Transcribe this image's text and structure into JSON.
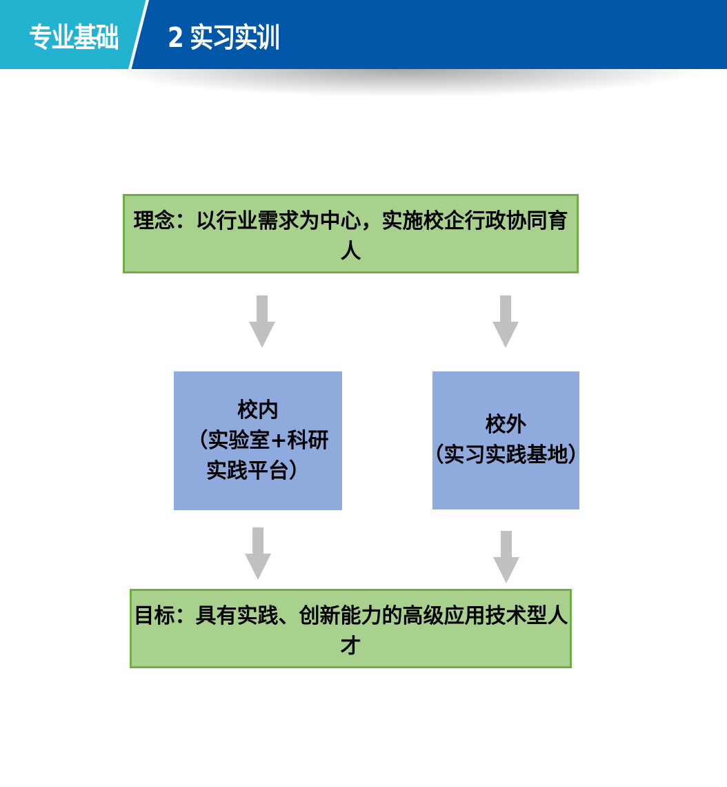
{
  "header": {
    "section": "专业基础",
    "title": "2 实习实训"
  },
  "diagram": {
    "top": "理念：以行业需求为中心，实施校企行政协同育人",
    "left": {
      "title": "校内",
      "detail": "（实验室+科研实践平台）"
    },
    "right": {
      "title": "校外",
      "detail": "（实习实践基地）"
    },
    "bottom": "目标：具有实践、创新能力的高级应用技术型人才"
  },
  "colors": {
    "header": "#0157a7",
    "accent": "#22b3d0",
    "green": "#a9d18e",
    "blue": "#8faadc",
    "arrow": "#c0c0c0"
  }
}
